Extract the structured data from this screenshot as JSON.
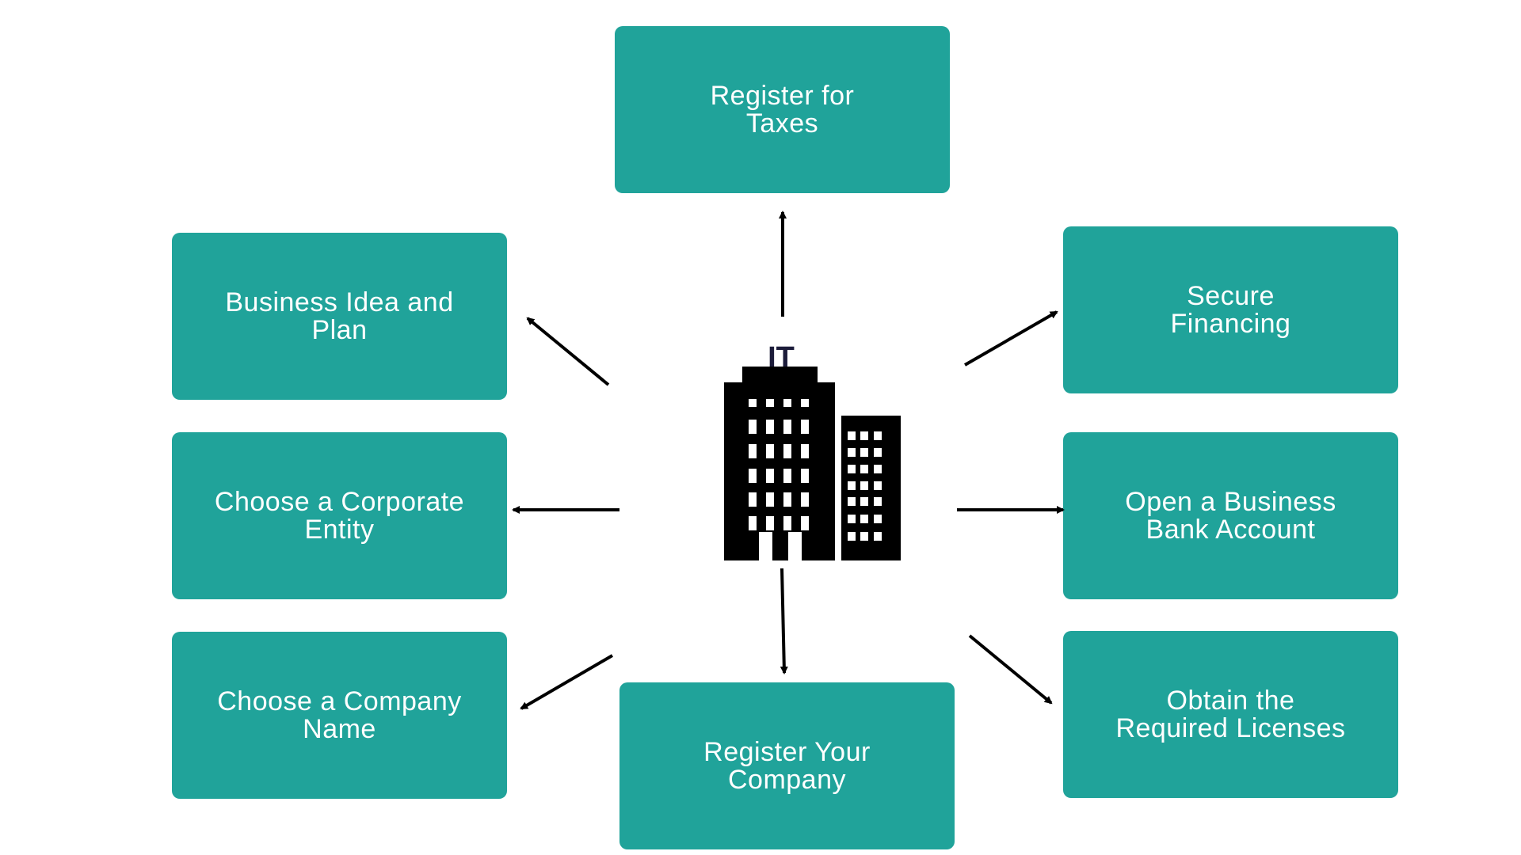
{
  "colors": {
    "box": "#20a39a",
    "arrow": "#000000",
    "building": "#000000",
    "building_label": "#1c1c3a"
  },
  "center": {
    "icon": "office-building-icon",
    "label": "IT"
  },
  "steps": {
    "tax": {
      "line1": "Register for",
      "line2": "Taxes"
    },
    "idea": {
      "line1": "Business Idea and",
      "line2": "Plan"
    },
    "entity": {
      "line1": "Choose a Corporate",
      "line2": "Entity"
    },
    "name": {
      "line1": "Choose a Company",
      "line2": "Name"
    },
    "register": {
      "line1": "Register Your",
      "line2": "Company"
    },
    "finance": {
      "line1": "Secure",
      "line2": "Financing"
    },
    "bank": {
      "line1": "Open a Business",
      "line2": "Bank Account"
    },
    "license": {
      "line1": "Obtain the",
      "line2": "Required Licenses"
    }
  }
}
